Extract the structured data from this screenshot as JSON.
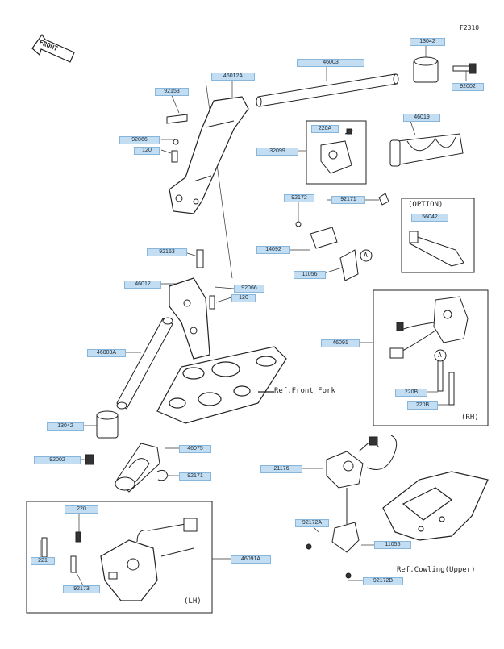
{
  "figure_code": "F2310",
  "front_label": "FRONT",
  "option_label": "(OPTION)",
  "rh_label": "(RH)",
  "lh_label": "(LH)",
  "ref_front_fork": "Ref.Front Fork",
  "ref_cowling": "Ref.Cowling(Upper)",
  "callout_a": "A",
  "labels": {
    "p13042_top": "13042",
    "p92002_top": "92002",
    "p46003": "46003",
    "p46012A": "46012A",
    "p92153_top": "92153",
    "p92066_top": "92066",
    "p120_top": "120",
    "p220A": "220A",
    "p32099": "32099",
    "p46019": "46019",
    "p92172_top": "92172",
    "p92171_top": "92171",
    "p56042": "56042",
    "p14092": "14092",
    "p11056_top": "11056",
    "p92153_mid": "92153",
    "p46012": "46012",
    "p92066_mid": "92066",
    "p120_mid": "120",
    "p46003A": "46003A",
    "p46091": "46091",
    "p220B_a": "220B",
    "p220B_b": "220B",
    "p13042_bot": "13042",
    "p46075": "46075",
    "p92002_bot": "92002",
    "p92171_bot": "92171",
    "p21176": "21176",
    "p220": "220",
    "p221": "221",
    "p46091A": "46091A",
    "p92172A": "92172A",
    "p11055": "11055",
    "p92173": "92173",
    "p92172B": "92172B"
  }
}
